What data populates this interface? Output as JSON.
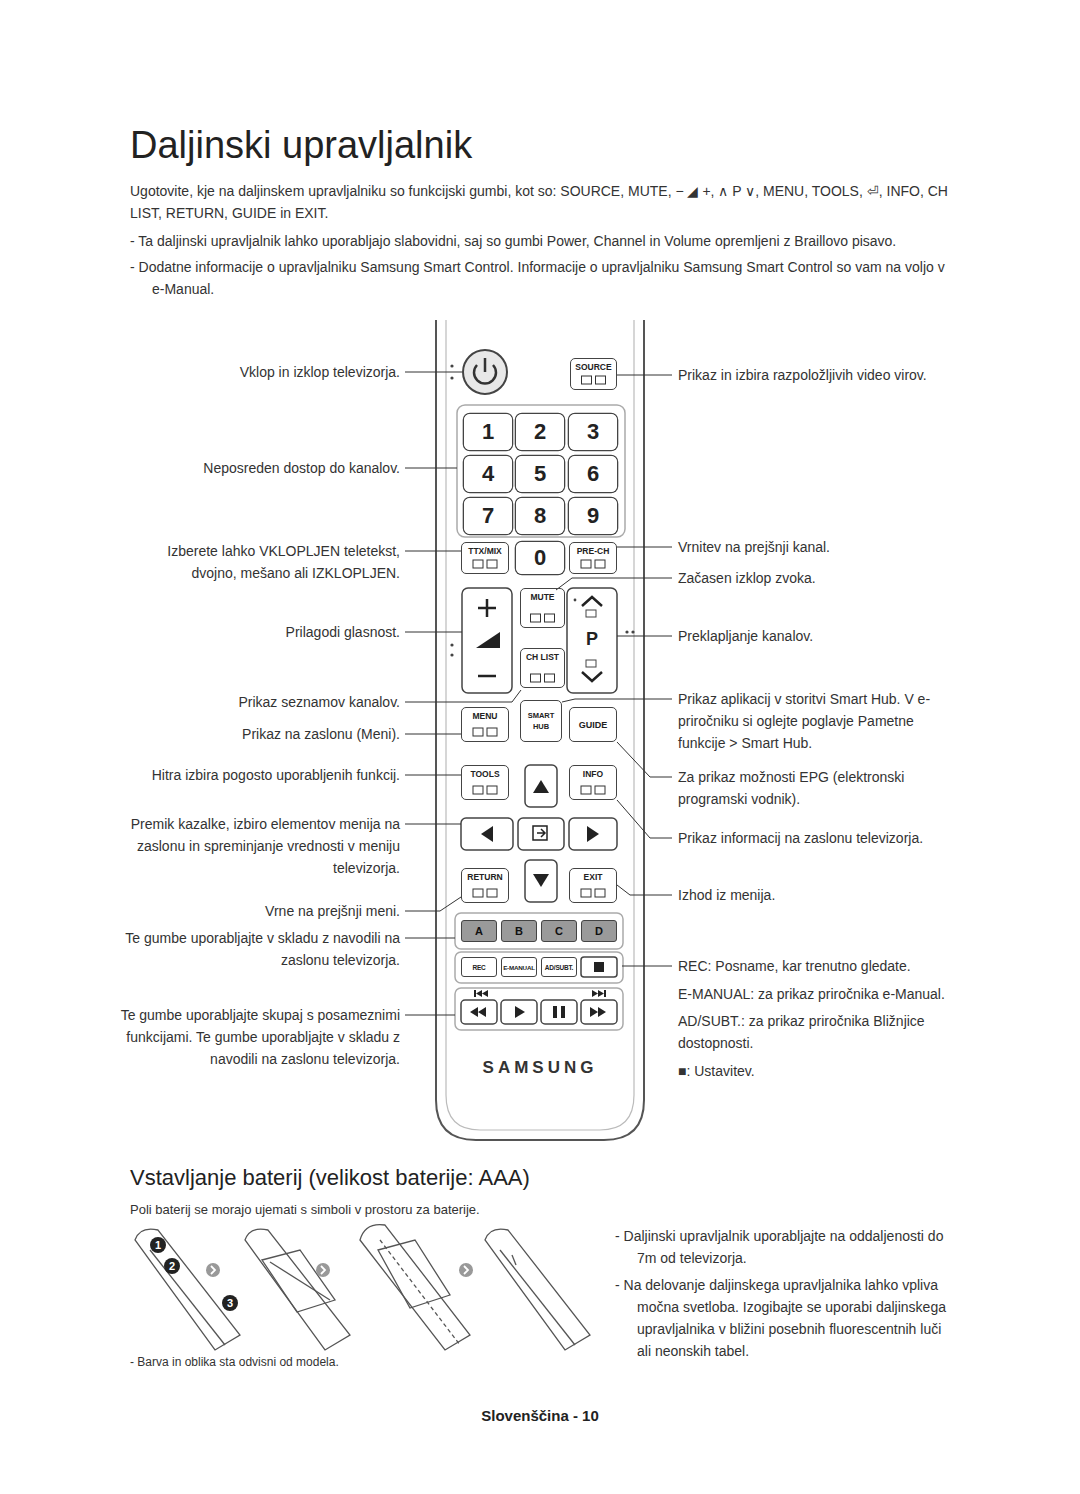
{
  "diagram": {
    "title": "Daljinski upravljalnik",
    "nodes": [
      {
        "text": [
          "SAMSUNG"
        ]
      },
      {
        "text": [
          "SOURCE"
        ],
        "in": 0
      },
      {
        "text": [
          "1"
        ],
        "in": 0
      },
      {
        "text": [
          "2"
        ],
        "in": 0
      },
      {
        "text": [
          "3"
        ],
        "in": 0
      },
      {
        "text": [
          "4"
        ],
        "in": 0
      },
      {
        "text": [
          "5"
        ],
        "in": 0
      },
      {
        "text": [
          "6"
        ],
        "in": 0
      },
      {
        "text": [
          "7"
        ],
        "in": 0
      },
      {
        "text": [
          "8"
        ],
        "in": 0
      },
      {
        "text": [
          "9"
        ],
        "in": 0
      },
      {
        "text": [
          "TTX/MIX"
        ],
        "in": 0
      },
      {
        "text": [
          "0"
        ],
        "in": 0
      },
      {
        "text": [
          "PRE-CH"
        ],
        "in": 0
      },
      {
        "text": [
          "MUTE"
        ],
        "in": 0
      },
      {
        "text": [
          "P"
        ],
        "in": 0
      },
      {
        "text": [
          "CH LIST"
        ],
        "in": 0
      },
      {
        "text": [
          "MENU"
        ],
        "in": 0
      },
      {
        "text": [
          "SMART HUB"
        ],
        "in": 0
      },
      {
        "text": [
          "GUIDE"
        ],
        "in": 0
      },
      {
        "text": [
          "TOOLS"
        ],
        "in": 0
      },
      {
        "text": [
          "INFO"
        ],
        "in": 0
      },
      {
        "text": [
          "RETURN"
        ],
        "in": 0
      },
      {
        "text": [
          "EXIT"
        ],
        "in": 0
      },
      {
        "text": [
          "A"
        ],
        "in": 0
      },
      {
        "text": [
          "B"
        ],
        "in": 0
      },
      {
        "text": [
          "C"
        ],
        "in": 0
      },
      {
        "text": [
          "D"
        ],
        "in": 0
      },
      {
        "text": [
          "REC"
        ],
        "in": 0
      },
      {
        "text": [
          "E-MANUAL"
        ],
        "in": 0
      },
      {
        "text": [
          "AD/SUBT."
        ],
        "in": 0
      }
    ],
    "labels": [
      "Ugotovite, kje na daljinskem upravljalniku so funkcijski gumbi, kot so: SOURCE, MUTE, − ◢ +, ∧ P ∨, MENU, TOOLS, ⏎, INFO, CH LIST, RETURN, GUIDE in EXIT.",
      "- Ta daljinski upravljalnik lahko uporabljajo slabovidni, saj so gumbi Power, Channel in Volume opremljeni z Braillovo pisavo.",
      "- Dodatne informacije o upravljalniku Samsung Smart Control. Informacije o upravljalniku Samsung Smart Control so vam na voljo v e-Manual.",
      "Vklop in izklop televizorja.",
      "Neposreden dostop do kanalov.",
      "Izberete lahko VKLOPLJEN teletekst, dvojno, mešano ali IZKLOPLJEN.",
      "Prilagodi glasnost.",
      "Prikaz seznamov kanalov.",
      "Prikaz na zaslonu (Meni).",
      "Hitra izbira pogosto uporabljenih funkcij.",
      "Premik kazalke, izbiro elementov menija na zaslonu in spreminjanje vrednosti v meniju televizorja.",
      "Vrne na prejšnji meni.",
      "Te gumbe uporabljajte v skladu z navodili na zaslonu televizorja.",
      "Te gumbe uporabljajte skupaj s posameznimi funkcijami. Te gumbe uporabljajte v skladu z navodili na zaslonu televizorja.",
      "Prikaz in izbira razpoložljivih video virov.",
      "Vrnitev na prejšnji kanal.",
      "Začasen izklop zvoka.",
      "Preklapljanje kanalov.",
      "Prikaz aplikacij v storitvi Smart Hub. V e-priročniku si oglejte poglavje Pametne funkcije > Smart Hub.",
      "Za prikaz možnosti EPG (elektronski programski vodnik).",
      "Prikaz informacij na zaslonu televizorja.",
      "Izhod iz menija.",
      "REC: Posname, kar trenutno gledate.",
      "E-MANUAL: za prikaz priročnika e-Manual.",
      "AD/SUBT.: za prikaz priročnika Bližnjice dostopnosti.",
      "■: Ustavitev.",
      "Vstavljanje baterij (velikost baterije: AAA)",
      "Poli baterij se morajo ujemati s simboli v prostoru za baterije.",
      "1",
      "2",
      "3",
      "- Barva in oblika sta odvisni od modela.",
      "- Daljinski upravljalnik uporabljajte na oddaljenosti do 7m od televizorja.",
      "- Na delovanje daljinskega upravljalnika lahko vpliva močna svetloba. Izogibajte se uporabi daljinskega upravljalnika v bližini posebnih fluorescentnih luči ali neonskih tabel.",
      "Slovenščina - 10"
    ]
  }
}
